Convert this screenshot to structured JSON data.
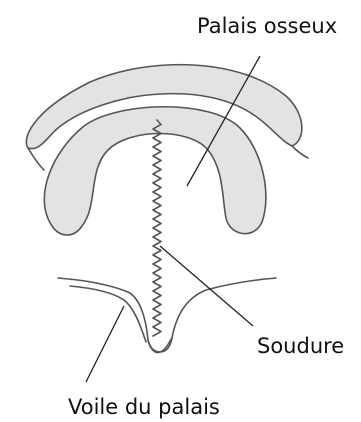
{
  "labels": {
    "bone_palate": "Palais osseux",
    "fusion": "Soudure",
    "soft_palate": "Voile du palais"
  }
}
